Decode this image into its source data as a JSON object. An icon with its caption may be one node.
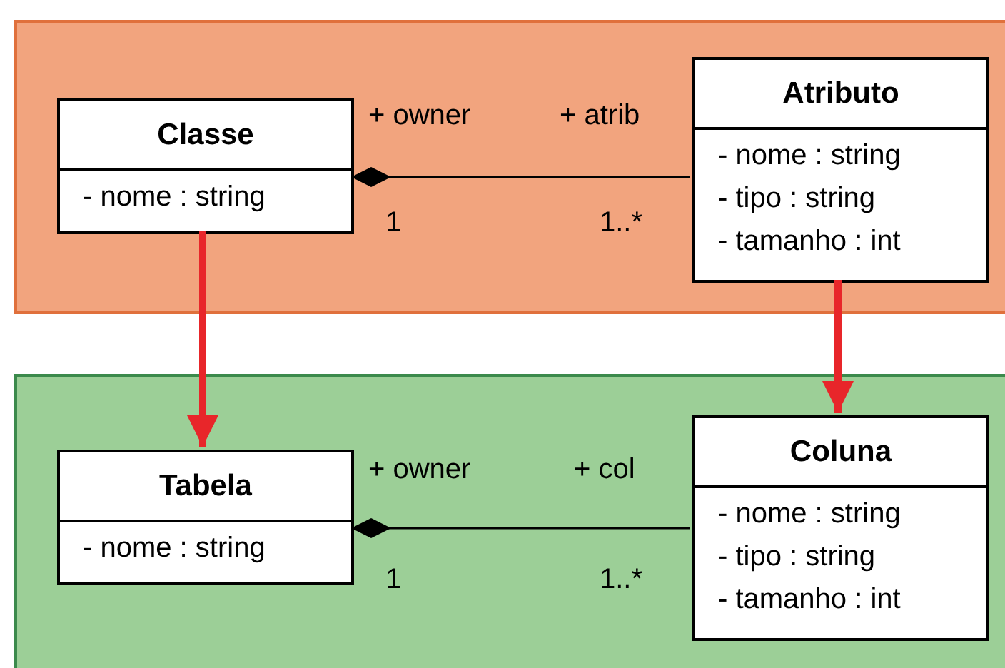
{
  "diagram": {
    "nodes": [
      {
        "text": [],
        "shape": "box"
      },
      {
        "text": [
          "Classe",
          "- nome : string"
        ],
        "in": 0
      },
      {
        "text": [
          "Atributo",
          "- nome : string",
          "- tipo : string",
          "- tamanho : int"
        ],
        "in": 0
      },
      {
        "text": [],
        "shape": "box"
      },
      {
        "text": [
          "Tabela",
          "- nome : string"
        ],
        "in": 3
      },
      {
        "text": [
          "Coluna",
          "- nome : string",
          "- tipo : string",
          "- tamanho : int"
        ],
        "in": 3
      }
    ],
    "edges": [
      {
        "from": 1,
        "to": 2,
        "arrow": "other"
      },
      {
        "from": 4,
        "to": 5,
        "arrow": "other"
      },
      {
        "from": 1,
        "to": 4,
        "arrow": "to",
        "style": "thick",
        "color": "#e8262a"
      },
      {
        "from": 2,
        "to": 5,
        "arrow": "to",
        "style": "thick",
        "color": "#e8262a"
      }
    ],
    "labels": [
      "+ owner",
      "+ atrib",
      "1",
      "1..*",
      "+ owner",
      "+ col",
      "1",
      "1..*"
    ]
  }
}
